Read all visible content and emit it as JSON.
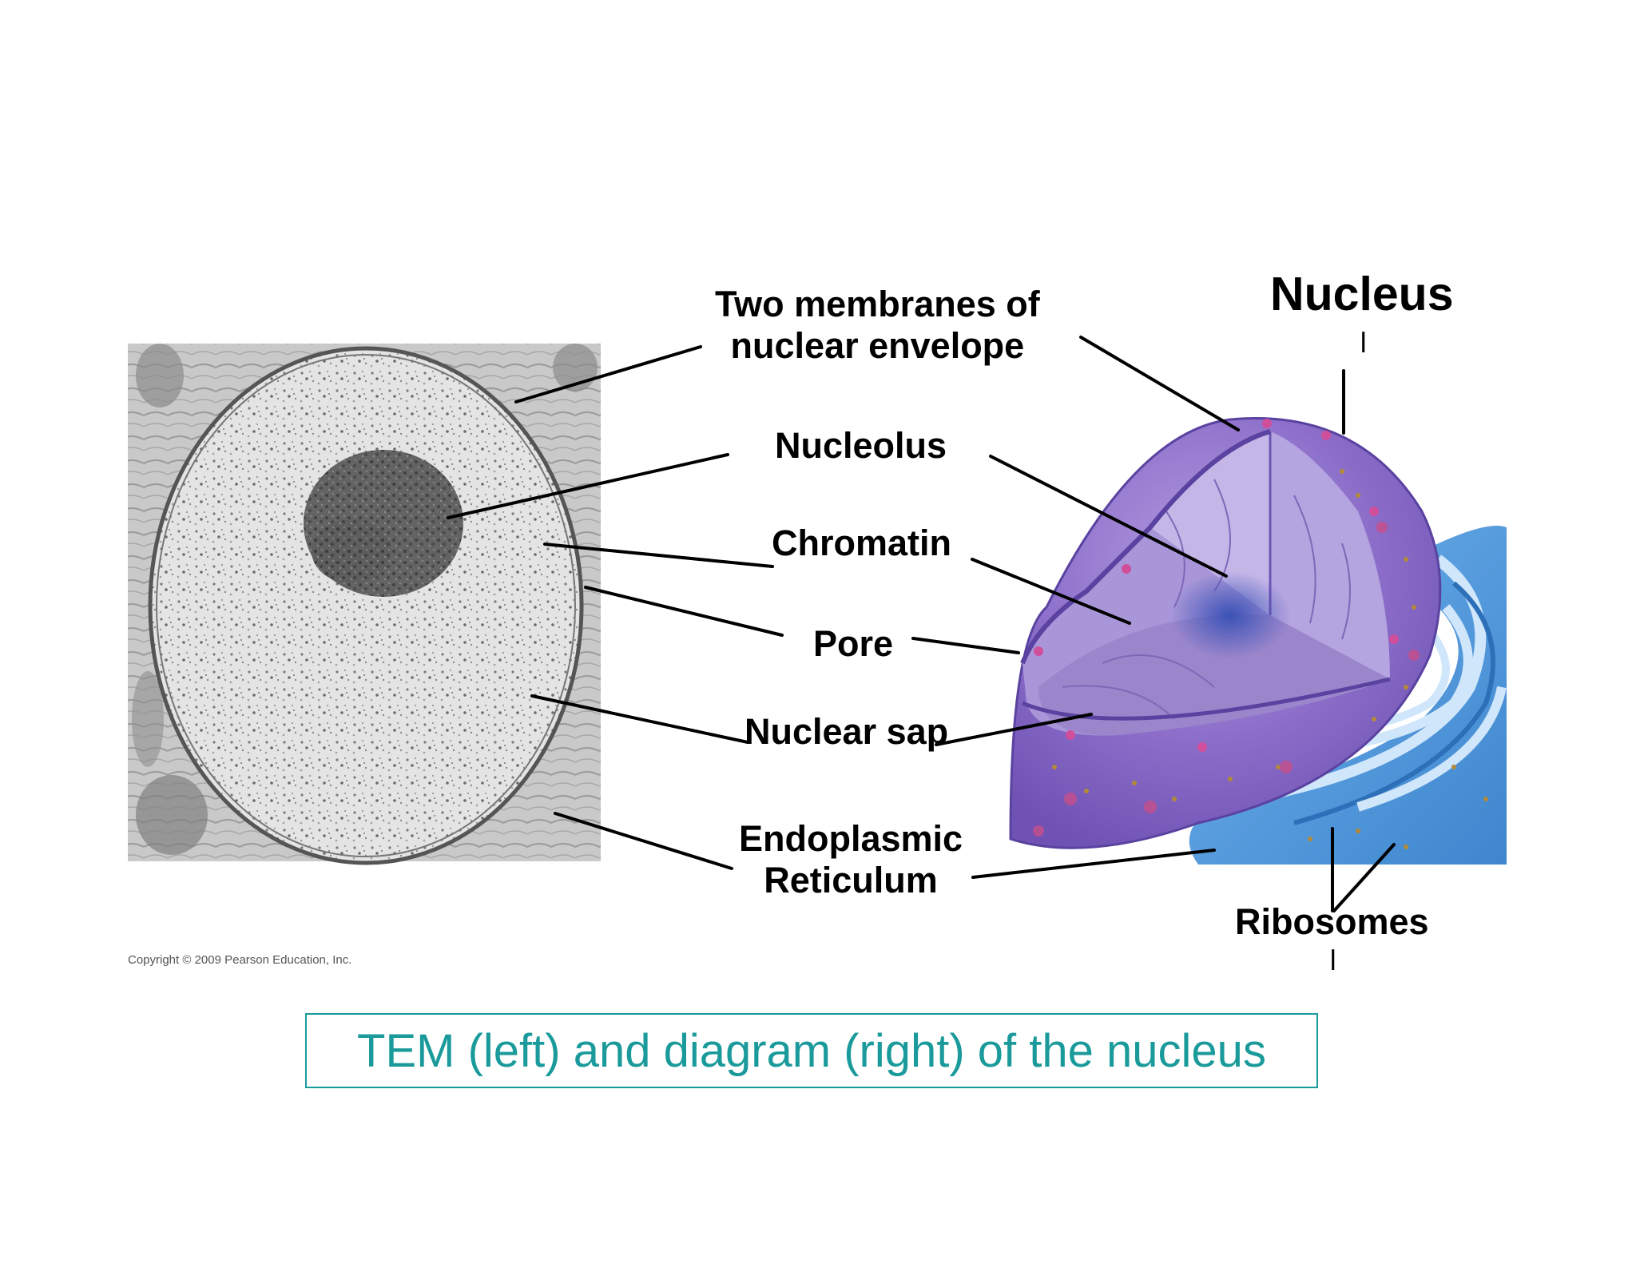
{
  "labels": {
    "title": "Nucleus",
    "membranes_line1": "Two membranes of",
    "membranes_line2": "nuclear envelope",
    "nucleolus": "Nucleolus",
    "chromatin": "Chromatin",
    "pore": "Pore",
    "nuclear_sap": "Nuclear sap",
    "er_line1": "Endoplasmic",
    "er_line2": "Reticulum",
    "ribosomes": "Ribosomes",
    "arabic_tick": "ا"
  },
  "copyright": "Copyright © 2009 Pearson Education, Inc.",
  "caption": "TEM (left) and diagram (right) of the nucleus",
  "colors": {
    "caption": "#1a9a9a",
    "leader_lines": "#000000",
    "nucleus_fill": "#8a6cc8",
    "er_fill": "#4f97dc",
    "tem_background": "#cfcfcf"
  }
}
